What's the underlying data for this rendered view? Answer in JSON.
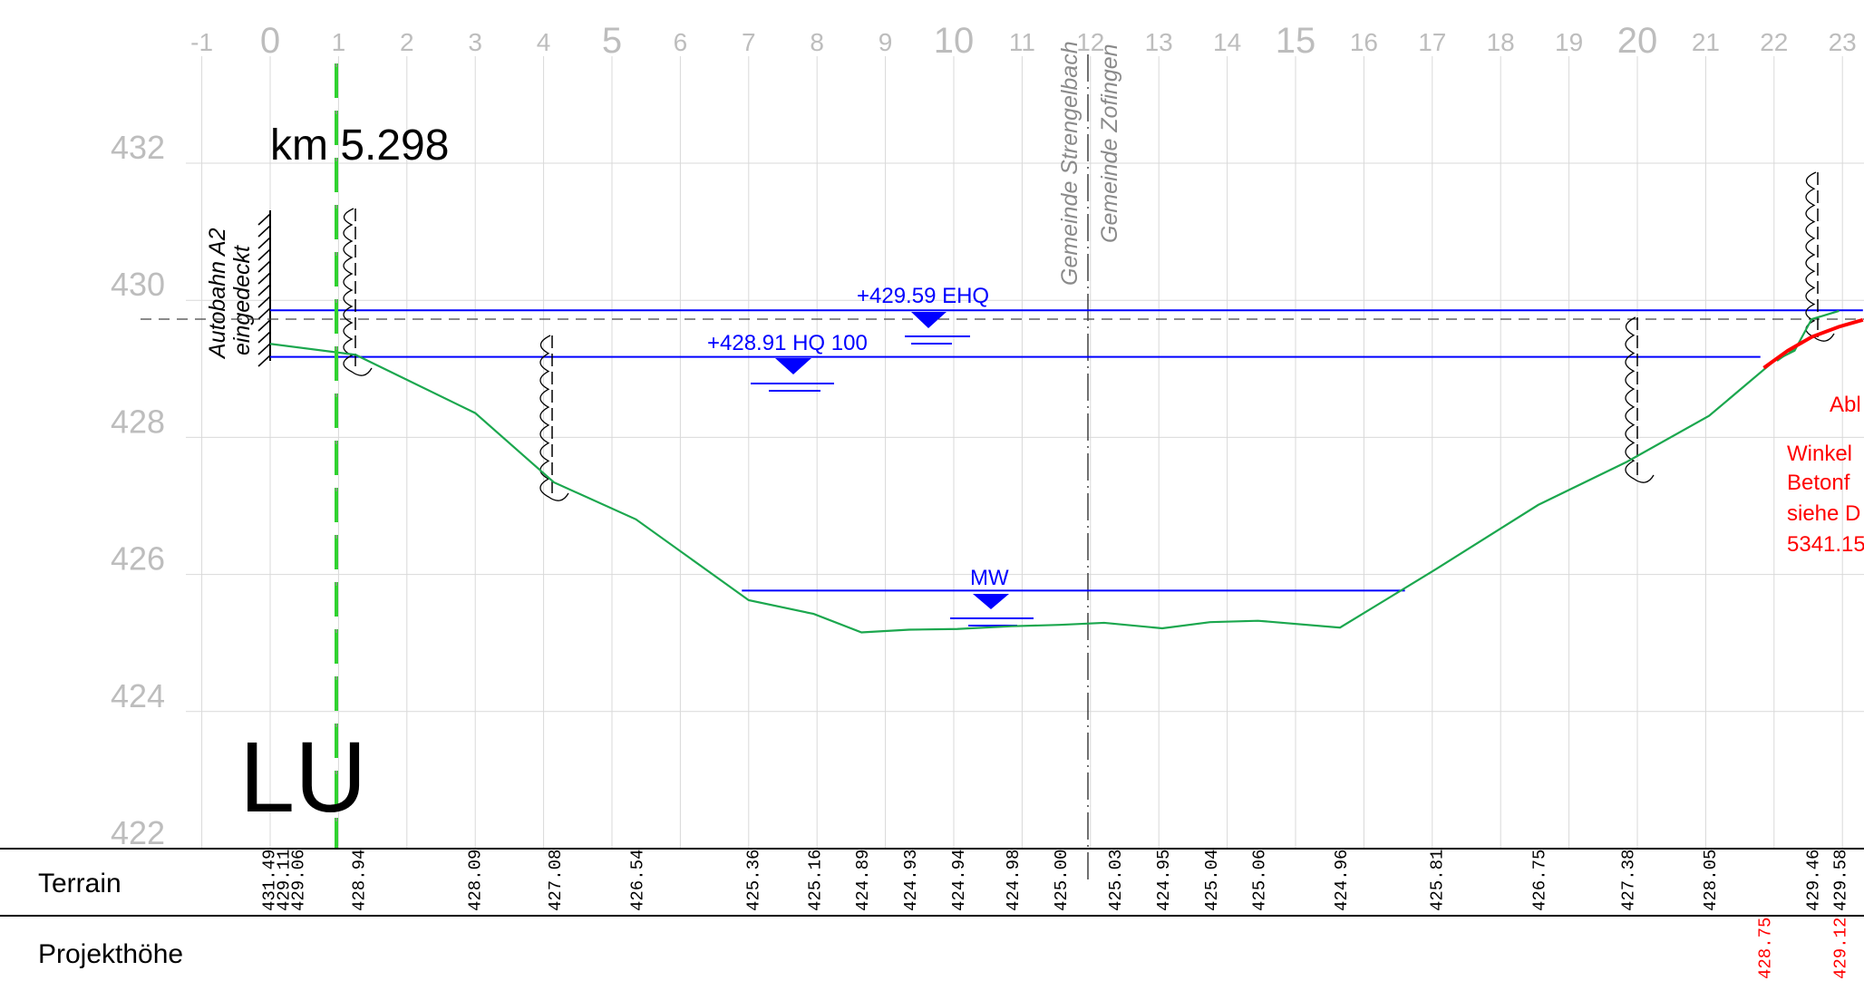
{
  "station": {
    "label": "km 5.298",
    "canton": "LU"
  },
  "x_axis": {
    "ticks": [
      "-1",
      "0",
      "1",
      "2",
      "3",
      "4",
      "5",
      "6",
      "7",
      "8",
      "9",
      "10",
      "11",
      "12",
      "13",
      "14",
      "15",
      "16",
      "17",
      "18",
      "19",
      "20",
      "21",
      "22",
      "23"
    ],
    "major": [
      "0",
      "5",
      "10",
      "15",
      "20"
    ]
  },
  "y_axis": {
    "ticks": [
      "432",
      "430",
      "428",
      "426",
      "424",
      "422"
    ]
  },
  "labels": {
    "autobahn_line1": "Autobahn A2",
    "autobahn_line2": "eingedeckt",
    "gemeinde_left": "Gemeinde Strengelbach",
    "gemeinde_right": "Gemeinde Zofingen",
    "ehq": "+429.59 EHQ",
    "hq100": "+428.91 HQ 100",
    "mw": "MW",
    "note_abbr": "Abl",
    "note_line1": "Winkel",
    "note_line2": "Betonf",
    "note_line3": "siehe D",
    "note_line4": "5341.15"
  },
  "table": {
    "row_terrain": "Terrain",
    "row_projekt": "Projekthöhe",
    "terrain_values": [
      {
        "x": -0.03,
        "v": "431.49"
      },
      {
        "x": 0.18,
        "v": "429.11"
      },
      {
        "x": 0.39,
        "v": "429.06"
      },
      {
        "x": 1.28,
        "v": "428.94"
      },
      {
        "x": 2.98,
        "v": "428.09"
      },
      {
        "x": 4.15,
        "v": "427.08"
      },
      {
        "x": 5.35,
        "v": "426.54"
      },
      {
        "x": 7.05,
        "v": "425.36"
      },
      {
        "x": 7.95,
        "v": "425.16"
      },
      {
        "x": 8.65,
        "v": "424.89"
      },
      {
        "x": 9.35,
        "v": "424.93"
      },
      {
        "x": 10.05,
        "v": "424.94"
      },
      {
        "x": 10.85,
        "v": "424.98"
      },
      {
        "x": 11.55,
        "v": "425.00"
      },
      {
        "x": 12.35,
        "v": "425.03"
      },
      {
        "x": 13.05,
        "v": "424.95"
      },
      {
        "x": 13.75,
        "v": "425.04"
      },
      {
        "x": 14.45,
        "v": "425.06"
      },
      {
        "x": 15.65,
        "v": "424.96"
      },
      {
        "x": 17.05,
        "v": "425.81"
      },
      {
        "x": 18.55,
        "v": "426.75"
      },
      {
        "x": 19.85,
        "v": "427.38"
      },
      {
        "x": 21.05,
        "v": "428.05"
      },
      {
        "x": 22.55,
        "v": "429.46"
      },
      {
        "x": 22.95,
        "v": "429.58"
      }
    ],
    "projekt_values": [
      {
        "x": 21.85,
        "v": "428.75"
      },
      {
        "x": 22.95,
        "v": "429.12"
      }
    ]
  },
  "colors": {
    "terrain": "#1ba74e",
    "water": "#0000ff",
    "axis_center": "#2fd22f",
    "project": "#ff0000",
    "grid": "#d9d9d9",
    "axis_label": "#bdbdbd"
  },
  "chart_data": {
    "type": "line",
    "title": "",
    "xlabel": "",
    "ylabel": "",
    "xlim": [
      -1,
      23
    ],
    "ylim": [
      422,
      433.5
    ],
    "series": [
      {
        "name": "Terrain",
        "x": [
          0,
          1.25,
          3,
          4.15,
          5.35,
          7,
          7.95,
          8.65,
          9.35,
          10.05,
          10.85,
          11.55,
          12.2,
          13.05,
          13.75,
          14.45,
          15.65,
          17.05,
          18.55,
          19.85,
          21.05,
          22.0,
          22.3,
          22.55,
          22.95
        ],
        "y": [
          429.1,
          428.94,
          428.09,
          427.08,
          426.54,
          425.36,
          425.16,
          424.89,
          424.93,
          424.94,
          424.98,
          425.0,
          425.03,
          424.95,
          425.04,
          425.06,
          424.96,
          425.81,
          426.75,
          427.38,
          428.05,
          428.85,
          429.0,
          429.46,
          429.58
        ]
      },
      {
        "name": "Projekthöhe",
        "x": [
          21.85,
          22.2,
          22.55,
          22.95,
          23.3
        ],
        "y": [
          428.75,
          429.0,
          429.2,
          429.35,
          429.45
        ]
      }
    ],
    "water_levels": [
      {
        "name": "EHQ",
        "y": 429.59,
        "x": [
          0,
          23.3
        ]
      },
      {
        "name": "HQ 100",
        "y": 428.91,
        "x": [
          0,
          21.8
        ]
      },
      {
        "name": "MW",
        "y": 425.5,
        "x": [
          6.9,
          16.6
        ]
      }
    ],
    "grid": true
  }
}
